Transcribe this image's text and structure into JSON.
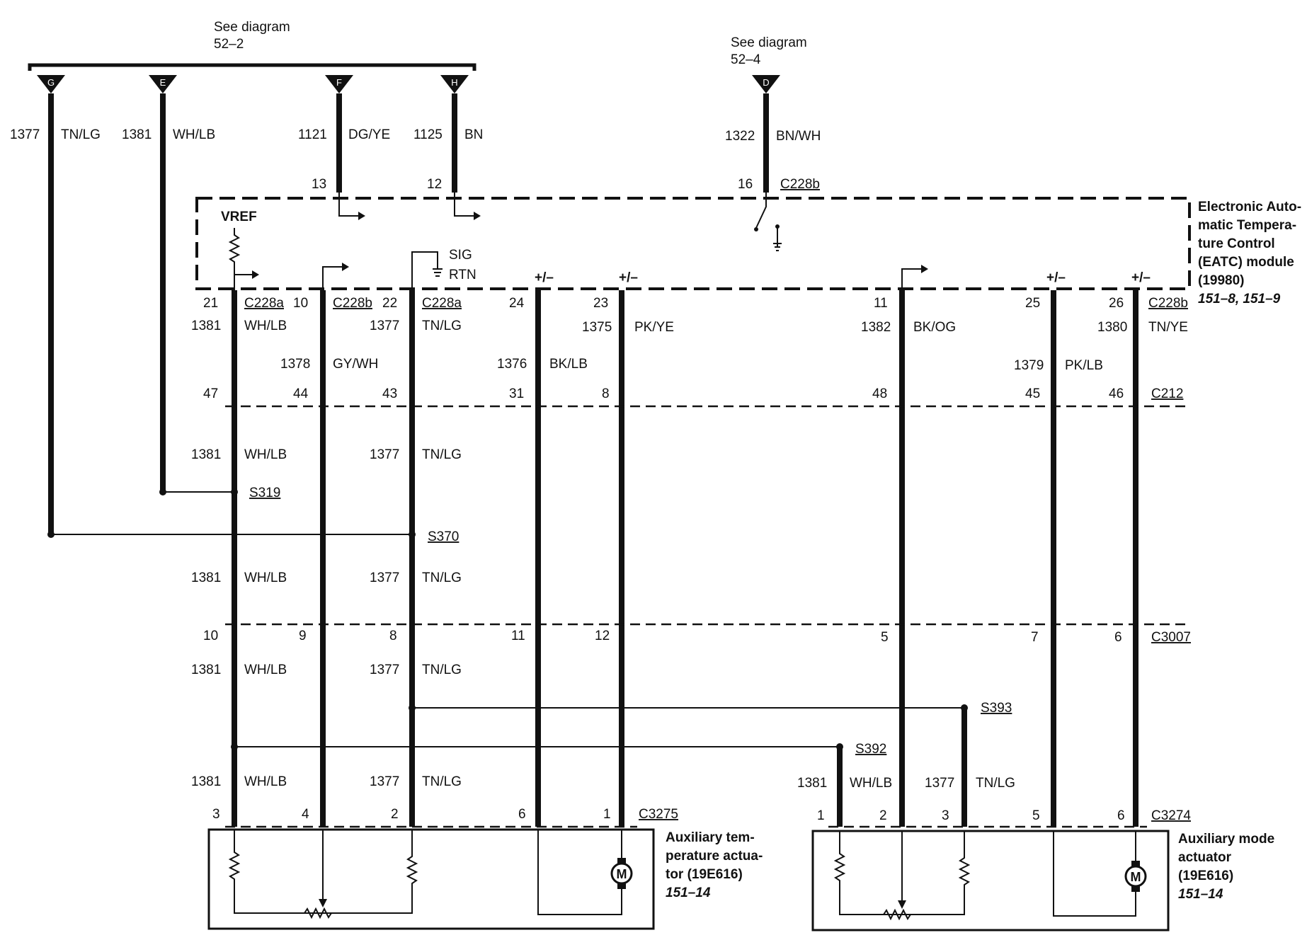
{
  "top_refs": {
    "left": {
      "line1": "See diagram",
      "line2": "52–2"
    },
    "right": {
      "line1": "See diagram",
      "line2": "52–4"
    }
  },
  "top_connectors": [
    "G",
    "E",
    "F",
    "H",
    "D"
  ],
  "top_wires": [
    {
      "circuit": "1377",
      "color": "TN/LG"
    },
    {
      "circuit": "1381",
      "color": "WH/LB"
    },
    {
      "circuit": "1121",
      "color": "DG/YE"
    },
    {
      "circuit": "1125",
      "color": "BN"
    },
    {
      "circuit": "1322",
      "color": "BN/WH"
    }
  ],
  "top_pins": {
    "p13": "13",
    "p12": "12",
    "p16": "16",
    "conn": "C228b"
  },
  "module": {
    "lines": [
      "Electronic Auto-",
      "matic Tempera-",
      "ture Control",
      "(EATC) module",
      "(19980)"
    ],
    "ref": "151–8, 151–9",
    "vref": "VREF",
    "sig": "SIG",
    "rtn": "RTN",
    "pm": "+/–"
  },
  "module_pins": [
    {
      "pin": "21",
      "conn": "C228a",
      "circuit": "1381",
      "color": "WH/LB"
    },
    {
      "pin": "10",
      "conn": "C228b",
      "circuit": "1378",
      "color": "GY/WH"
    },
    {
      "pin": "22",
      "conn": "C228a",
      "circuit": "1377",
      "color": "TN/LG"
    },
    {
      "pin": "24",
      "circuit": "1376",
      "color": "BK/LB"
    },
    {
      "pin": "23",
      "circuit": "1375",
      "color": "PK/YE"
    },
    {
      "pin": "11",
      "circuit": "1382",
      "color": "BK/OG"
    },
    {
      "pin": "25",
      "circuit": "1379",
      "color": "PK/LB"
    },
    {
      "pin": "26",
      "conn": "C228b",
      "circuit": "1380",
      "color": "TN/YE"
    }
  ],
  "c212": {
    "name": "C212",
    "pins": [
      "47",
      "44",
      "43",
      "31",
      "8",
      "48",
      "45",
      "46"
    ]
  },
  "c3007": {
    "name": "C3007",
    "pins": [
      "10",
      "9",
      "8",
      "11",
      "12",
      "5",
      "7",
      "6"
    ]
  },
  "splices": {
    "s319": "S319",
    "s370": "S370",
    "s393": "S393",
    "s392": "S392"
  },
  "mid_wires": [
    {
      "circuit": "1381",
      "color": "WH/LB"
    },
    {
      "circuit": "1377",
      "color": "TN/LG"
    }
  ],
  "c3275": {
    "name": "C3275",
    "pins": [
      "3",
      "4",
      "2",
      "6",
      "1"
    ]
  },
  "c3274": {
    "name": "C3274",
    "pins": [
      "1",
      "2",
      "3",
      "5",
      "6"
    ]
  },
  "actuator_left": {
    "lines": [
      "Auxiliary tem-",
      "perature actua-",
      "tor (19E616)"
    ],
    "ref": "151–14"
  },
  "actuator_right": {
    "lines": [
      "Auxiliary mode",
      "actuator",
      "(19E616)"
    ],
    "ref": "151–14"
  },
  "motor_label": "M"
}
